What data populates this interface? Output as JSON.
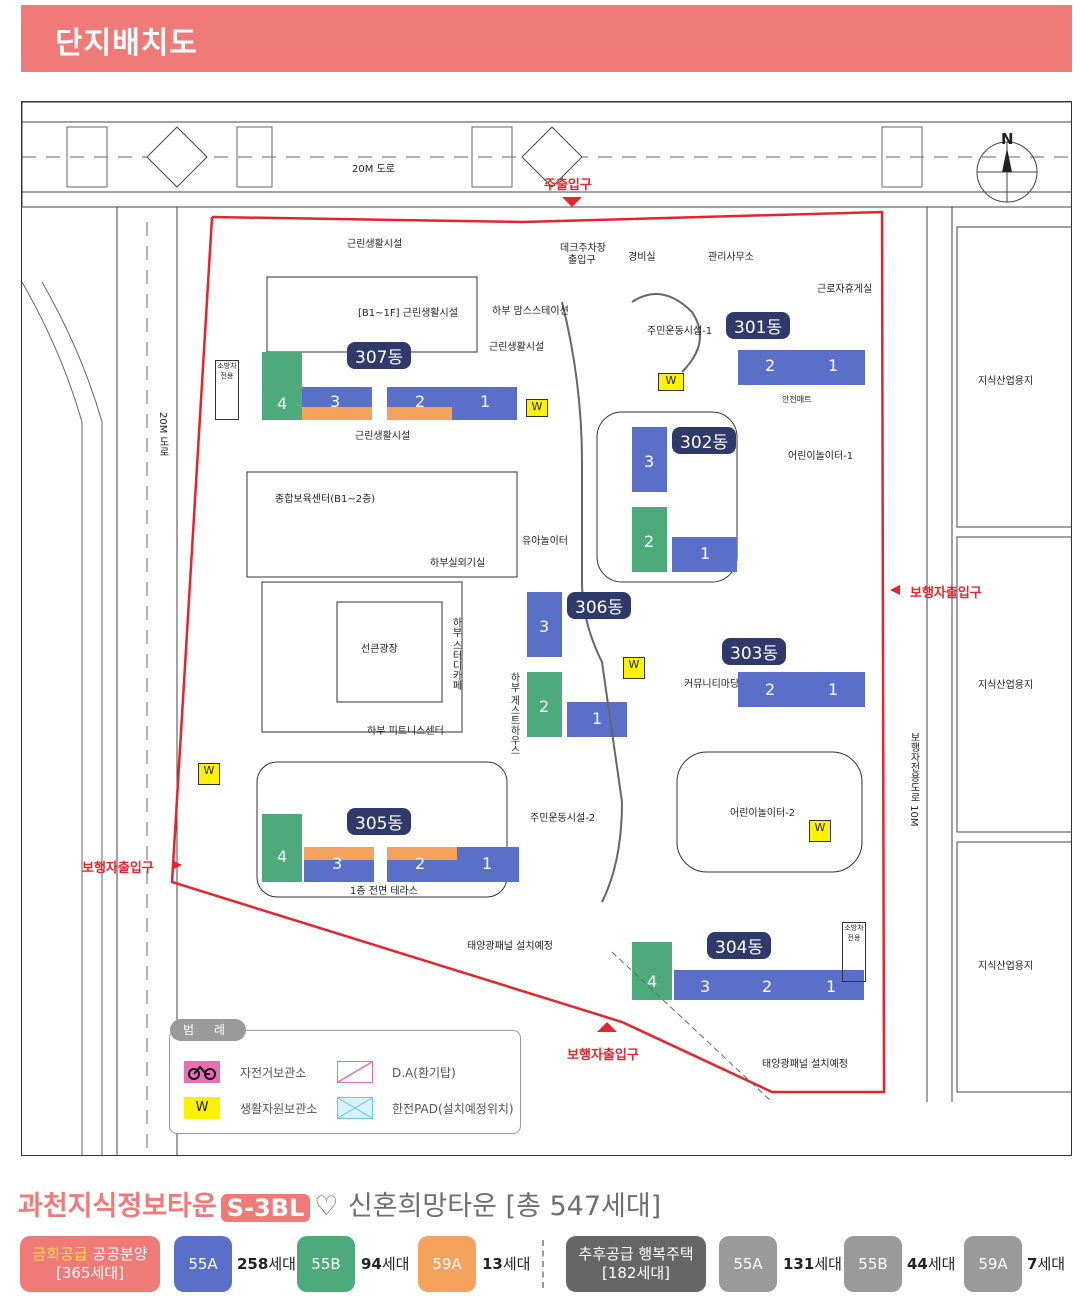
{
  "header": {
    "title": "단지배치도"
  },
  "map": {
    "north_label": "N",
    "roads": {
      "top": "20M 도로",
      "left": "20M 도로",
      "right": "보행자전용도로 10M"
    },
    "entrances": {
      "main": "주출입구",
      "pedestrian_right": "보행자출입구",
      "pedestrian_left": "보행자출입구",
      "pedestrian_bottom": "보행자출입구"
    },
    "buildings": [
      "301동",
      "302동",
      "303동",
      "304동",
      "305동",
      "306동",
      "307동"
    ],
    "facilities": {
      "neighborhood_top": "근린생활시설",
      "deck_parking": "데크주차장",
      "deck_parking_entrance": "출입구",
      "guard": "경비실",
      "management": "관리사무소",
      "worker_lounge": "근로자휴게실",
      "neighborhood_b1": "[B1~1F] 근린생활시설",
      "lower_mamsstation": "하부 맘스스테이션",
      "lower_neighborhood": "근린생활시설",
      "resident_sports_1": "주민운동시설-1",
      "neighborhood_307": "근린생활시설",
      "childcare_center": "종합보육센터(B1~2층)",
      "kids_playground_1": "어린이놀이터-1",
      "toddler_playground": "유아놀이터",
      "lower_outdoor": "하부실외기실",
      "lower_fitness": "하부 피트니스센터",
      "sungeun_plaza": "선큰광장",
      "lower_study": "하부 스터디카페",
      "community_yard": "커뮤니티마당",
      "lower_guesthouse": "하부 게스트하우스",
      "resident_sports_2": "주민운동시설-2",
      "kids_playground_2": "어린이놀이터-2",
      "terrace": "1층 전면 테라스",
      "solar_305": "태양광패널 설치예정",
      "solar_304": "태양광패널 설치예정",
      "safety_mat": "안전매트",
      "industrial_lot": "지식산업용지"
    },
    "units": {
      "u1": "1",
      "u2": "2",
      "u3": "3",
      "u4": "4"
    },
    "sign_text": "소방차 전용",
    "w_label": "W"
  },
  "legend": {
    "title": "범 례",
    "items": [
      {
        "label": "자전거보관소",
        "icon": "bicycle-icon",
        "color": "#e86fb3"
      },
      {
        "label": "D.A(환기탑)",
        "icon": "diagonal-box-icon",
        "color": "#e86fb3"
      },
      {
        "label": "생활자원보관소",
        "icon": "w-box-icon",
        "color": "#fff200"
      },
      {
        "label": "한전PAD(설치예정위치)",
        "icon": "cross-box-icon",
        "color": "#6cc7e8"
      }
    ]
  },
  "footer": {
    "title_left": "과천지식정보타운",
    "block_tag": "S-3BL",
    "title_right": "신혼희망타운 [총 547세대]",
    "public": {
      "label_highlight": "금회공급",
      "label_rest": "공공분양",
      "sub": "[365세대]"
    },
    "public_items": [
      {
        "type": "55A",
        "count": "258",
        "unit": "세대",
        "color": "#5a6fc8"
      },
      {
        "type": "55B",
        "count": "94",
        "unit": "세대",
        "color": "#4daa7a"
      },
      {
        "type": "59A",
        "count": "13",
        "unit": "세대",
        "color": "#f5a25c"
      }
    ],
    "rental": {
      "label": "추후공급 행복주택",
      "sub": "[182세대]"
    },
    "rental_items": [
      {
        "type": "55A",
        "count": "131",
        "unit": "세대"
      },
      {
        "type": "55B",
        "count": "44",
        "unit": "세대"
      },
      {
        "type": "59A",
        "count": "7",
        "unit": "세대"
      }
    ],
    "colors": {
      "accent": "#f07a78",
      "highlight": "#ffe14d",
      "grey": "#9a9a9a",
      "dark_grey": "#666666"
    }
  }
}
